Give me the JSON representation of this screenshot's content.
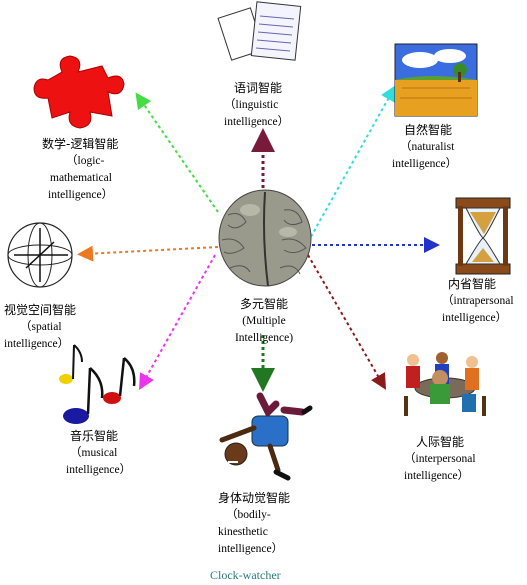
{
  "center": {
    "zh": "多元智能",
    "en_lines": [
      "(Multiple",
      "Intelligence)"
    ]
  },
  "nodes": {
    "linguistic": {
      "zh": "语词智能",
      "en_lines": [
        "（linguistic",
        "intelligence）"
      ]
    },
    "logic": {
      "zh": "数学-逻辑智能",
      "en_lines": [
        "（logic-",
        "mathematical",
        "intelligence）"
      ]
    },
    "naturalist": {
      "zh": "自然智能",
      "en_lines": [
        "（naturalist",
        "intelligence）"
      ]
    },
    "spatial": {
      "zh": "视觉空间智能",
      "en_lines": [
        "（spatial",
        "intelligence）"
      ]
    },
    "intrapersonal": {
      "zh": "内省智能",
      "en_lines": [
        "（intrapersonal",
        "intelligence）"
      ]
    },
    "musical": {
      "zh": "音乐智能",
      "en_lines": [
        "（musical",
        "intelligence）"
      ]
    },
    "interpersonal": {
      "zh": "人际智能",
      "en_lines": [
        "（interpersonal",
        "intelligence）"
      ]
    },
    "bodily": {
      "zh": "身体动觉智能",
      "en_lines": [
        "（bodily-",
        "kinesthetic",
        "intelligence）"
      ]
    }
  },
  "footer": {
    "text": "Clock-watcher",
    "color": "#2a7b7b"
  },
  "arrow_colors": {
    "linguistic": "#7a1a3a",
    "logic": "#44dd44",
    "naturalist": "#33dddd",
    "spatial": "#ee7722",
    "intrapersonal": "#2233cc",
    "musical": "#ee33ee",
    "interpersonal": "#8b1a1a",
    "bodily": "#227722"
  },
  "icons": {
    "center": "brain-icon",
    "linguistic": "papers-icon",
    "logic": "puzzle-piece-icon",
    "naturalist": "landscape-icon",
    "spatial": "gyroscope-icon",
    "intrapersonal": "hourglass-icon",
    "musical": "music-notes-icon",
    "interpersonal": "group-table-icon",
    "bodily": "breakdancer-icon"
  }
}
